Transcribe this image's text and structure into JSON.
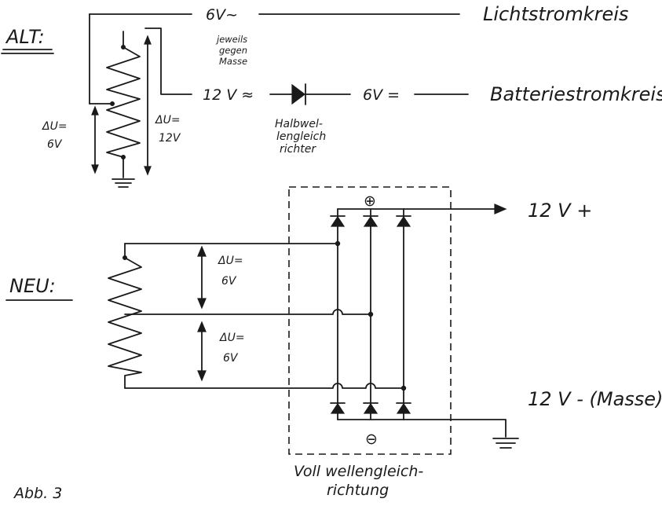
{
  "old": {
    "heading": "ALT:",
    "v6_ac": "6V~",
    "lichtstrom": "Lichtstromkreis",
    "jeweils_line1": "jeweils",
    "jeweils_line2": "gegen",
    "jeweils_line3": "Masse",
    "v12_ac": "12 V ≈",
    "v6_dc": "6V =",
    "batterie": "Batteriestromkreis",
    "du_left_1": "ΔU=",
    "du_left_2": "6V",
    "du_right_1": "ΔU=",
    "du_right_2": "12V",
    "halbwelle_1": "Halbwel-",
    "halbwelle_2": "lengleich",
    "halbwelle_3": "richter"
  },
  "new": {
    "heading": "NEU:",
    "plus_symbol": "⊕",
    "minus_symbol": "⊖",
    "out_plus": "12 V +",
    "out_minus": "12 V - (Masse)",
    "du_top_1": "ΔU=",
    "du_top_2": "6V",
    "du_bottom_1": "ΔU=",
    "du_bottom_2": "6V",
    "vollwelle_1": "Voll wellengleich-",
    "vollwelle_2": "richtung"
  },
  "caption": "Abb. 3"
}
